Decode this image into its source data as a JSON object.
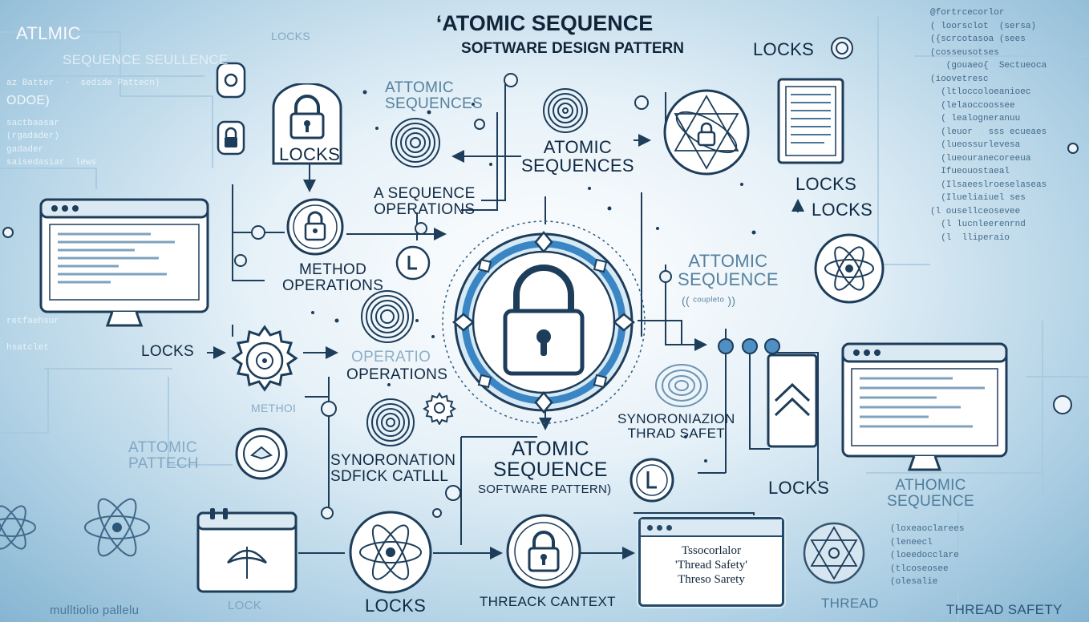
{
  "header": {
    "title": "‘ATOMIC SEQUENCE",
    "subtitle": "SOFTWARE DESIGN PATTERN"
  },
  "labels": {
    "locks_top_left": "LOCKS",
    "atomic_sequences_top": "ATTOMIC\nSEQUENCES",
    "atomic_sequences_center": "ATOMIC\nSEQUENCES",
    "a_sequence_operations": "A SEQUENCE\nOPERATIONS",
    "method_operations": "METHOD\nOPERATIONS",
    "locks_top_right": "LOCKS",
    "locks_right_1": "LOCKS",
    "locks_right_2": "LOCKS",
    "atomic_sequence_right": "ATTOMIC\nSEQUENCE",
    "atomic_sequence_right_sub": "(( ᶜᵒᵘᵖˡᵉᵗᵒ ))",
    "locks_left_mid": "LOCKS",
    "operation_ghost": "OPERATIO",
    "operations_mid": "OPERATIONS",
    "methods_ghost": "METHOI",
    "atomic_pattern_left": "ATTOMIC\nPATTECH",
    "synchronation_left": "SYNORONATION\nSDFICK CATLLL",
    "atomic_sequence_bottom": "ATOMIC\nSEQUENCE",
    "software_pattern_bottom": "SOFTWARE PATTERN)",
    "synchronization_right": "SYNORONIAZION\nTHRAD SAFET",
    "locks_bottom_right": "LOCKS",
    "atomic_sequence_bottom_right": "ATHOMIC\nSEQUENCE",
    "lock_bottom_left": "LOCK",
    "locks_bottom": "LOCKS",
    "threack_cantext": "THREACK CANTEXT",
    "thread_bottom": "THREAD",
    "thread_safety_bottom": "THREAD SAFETY",
    "multiple_pattern_bottom": "mulltiolio pallelu",
    "atlmic_corner": "ATLMIC",
    "sequence_corner": "SEQUENCE SEULLENCE",
    "locks_ghost_top": "LOCKS",
    "hidden_left_1": "ODOE)",
    "thread_window_text": "Tssocorlalor\n'Thread Safety'\nThreso Sarety"
  },
  "left_code": [
    "az Batter  ·  sedide Pattecn)",
    "",
    "",
    "sactbaasar",
    "(rgadader)",
    "gadader",
    "saisedasiar  lews",
    "",
    "",
    "",
    "",
    "",
    "",
    "",
    "",
    "",
    "",
    "",
    "retfaehsur",
    "",
    "hsatclet"
  ],
  "right_code": [
    "@fortrcecorlor",
    "( loorsclot  (sersa)",
    "({scrcotasoa (sees",
    "(cosseusotses",
    "   (gouaeo{  Sectueoca",
    "(ioovetresc",
    "  (ltloccoloeanioec",
    "  (lelaoccoossee",
    "  ( lealogneranuu",
    "  (leuor   sss ecueaes",
    "  (lueossurlevesa",
    "  (lueouranecoreeua",
    "  Ifueouostaeal",
    "  (Ilsaeeslroeselaseas",
    "  (Ilueliaiuel ses",
    "(l ousellceosevee",
    "  (l lucnleerenrnd",
    "  (l  lliperaio"
  ],
  "bottom_right_code": [
    "(loxeaoclarees",
    "(leneecl",
    "(loeedocclare",
    "(tlcoseosee",
    "(olesalie"
  ],
  "colors": {
    "ink": "#10253a",
    "stroke": "#244a6a",
    "accent": "#2f7fbf",
    "background": "#cfe3ef"
  },
  "icons": [
    "lock-icon",
    "atom-icon",
    "gear-icon",
    "fingerprint-icon",
    "monitor-icon",
    "browser-window-icon",
    "calendar-window-icon",
    "chevron-up-icon",
    "gyroscope-icon"
  ]
}
